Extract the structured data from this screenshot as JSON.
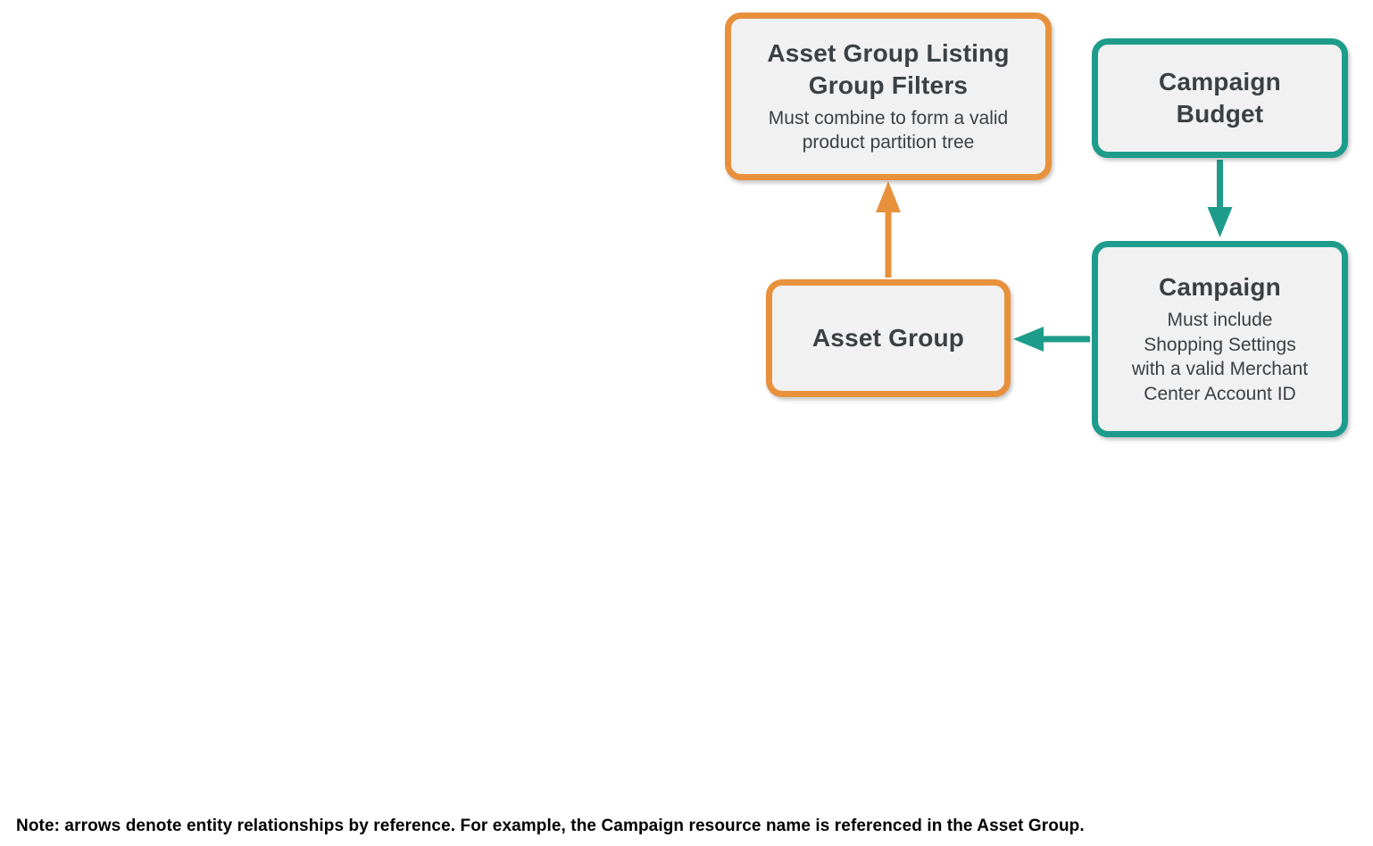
{
  "colors": {
    "orange": "#E8913C",
    "teal": "#1E9C8B",
    "box_fill": "#F1F1F2",
    "box_text": "#3C4043",
    "note_text": "#000000",
    "background": "#FFFFFF"
  },
  "nodes": {
    "listing_filters": {
      "title": "Asset Group Listing\nGroup Filters",
      "subtitle": "Must combine to form a valid\nproduct partition tree",
      "accent": "orange"
    },
    "campaign_budget": {
      "title": "Campaign\nBudget",
      "accent": "teal"
    },
    "campaign": {
      "title": "Campaign",
      "subtitle": "Must include\nShopping Settings\nwith a valid Merchant\nCenter Account ID",
      "accent": "teal"
    },
    "asset_group": {
      "title": "Asset Group",
      "accent": "orange"
    }
  },
  "relationships": [
    {
      "from": "Asset Group",
      "to": "Asset Group Listing Group Filters",
      "color": "orange",
      "direction": "up"
    },
    {
      "from": "Campaign Budget",
      "to": "Campaign",
      "color": "teal",
      "direction": "down"
    },
    {
      "from": "Campaign",
      "to": "Asset Group",
      "color": "teal",
      "direction": "left"
    }
  ],
  "note": "Note: arrows denote entity relationships by reference. For example, the Campaign resource name is referenced in the Asset Group."
}
